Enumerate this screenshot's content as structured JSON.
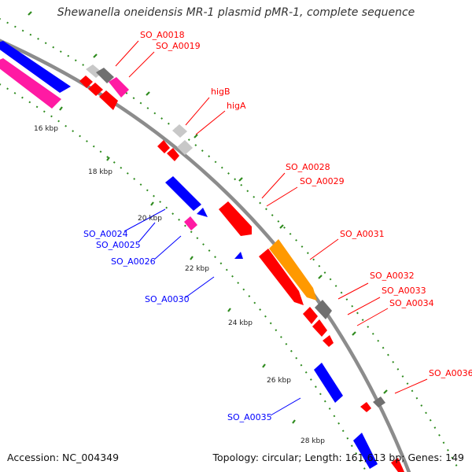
{
  "title": "Shewanella oneidensis MR-1 plasmid pMR-1, complete sequence",
  "footer": {
    "accession": "Accession: NC_004349",
    "summary": "Topology: circular; Length: 161,613 bp; Genes: 149"
  },
  "colors": {
    "backbone": "#8c8c8c",
    "forward_gene": "#ff0000",
    "reverse_gene": "#0000ff",
    "pink_gene": "#ff1aa3",
    "orange_gene": "#ff9900",
    "gray_gene": "#707070",
    "light_gray_gene": "#c8c8c8",
    "tick": "#2e8b1e"
  },
  "kbp_labels": [
    "16 kbp",
    "18 kbp",
    "20 kbp",
    "22 kbp",
    "24 kbp",
    "26 kbp",
    "28 kbp"
  ],
  "gene_labels": [
    {
      "text": "SO_A0018",
      "strand": "forward"
    },
    {
      "text": "SO_A0019",
      "strand": "forward"
    },
    {
      "text": "higB",
      "strand": "forward"
    },
    {
      "text": "higA",
      "strand": "forward"
    },
    {
      "text": "SO_A0028",
      "strand": "forward"
    },
    {
      "text": "SO_A0029",
      "strand": "forward"
    },
    {
      "text": "SO_A0031",
      "strand": "forward"
    },
    {
      "text": "SO_A0032",
      "strand": "forward"
    },
    {
      "text": "SO_A0033",
      "strand": "forward"
    },
    {
      "text": "SO_A0034",
      "strand": "forward"
    },
    {
      "text": "SO_A0036",
      "strand": "forward"
    },
    {
      "text": "SO_A0024",
      "strand": "reverse"
    },
    {
      "text": "SO_A0025",
      "strand": "reverse"
    },
    {
      "text": "SO_A0026",
      "strand": "reverse"
    },
    {
      "text": "SO_A0030",
      "strand": "reverse"
    },
    {
      "text": "SO_A0035",
      "strand": "reverse"
    }
  ]
}
